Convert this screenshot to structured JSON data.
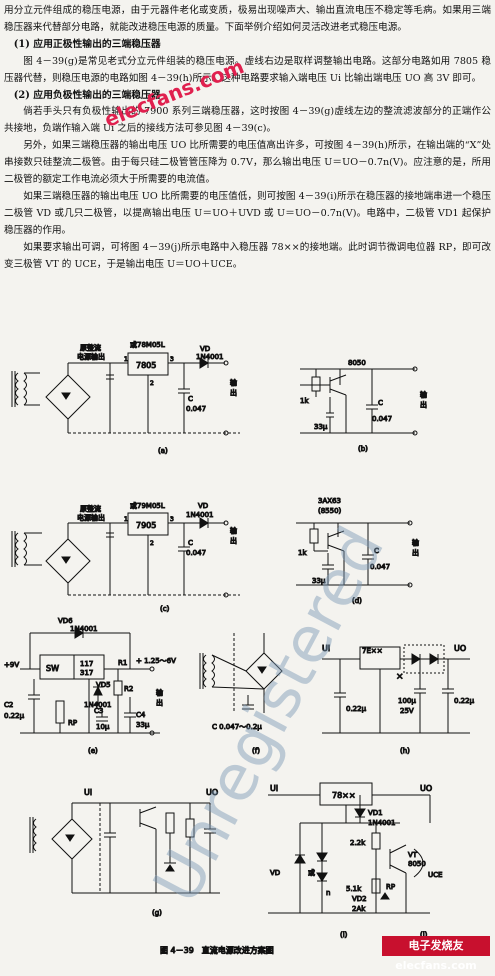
{
  "paragraphs": {
    "p0": "用分立元件组成的稳压电源，由于元器件老化或变质，极易出现噪声大、输出直流电压不稳定等毛病。如果用三端稳压器来代替部分电路，就能改进稳压电源的质量。下面举例介绍如何灵活改进老式稳压电源。",
    "h1": "(1) 应用正极性输出的三端稳压器",
    "p1": "图 4－39(g)是常见老式分立元件组装的稳压电源。虚线右边是取样调整输出电路。这部分电路如用 7805 稳压器代替，则稳压电源的电路如图 4－39(h)所示。这种电路要求输入端电压 Ui 比输出端电压 UO 高 3V 即可。",
    "h2": "(2) 应用负极性输出的三端稳压器",
    "p2": "倘若手头只有负极性输出的 7900 系列三端稳压器，这时按图 4－39(g)虚线左边的整流滤波部分的正端作公共接地，负端作输入端 Ui 之后的接线方法可参见图 4－39(c)。",
    "p3": "另外，如果三端稳压器的输出电压 UO 比所需要的电压值高出许多，可按图 4－39(h)所示，在输出端的“X”处串接数只硅整流二极管。由于每只硅二极管管压降为 0.7V，那么输出电压 U＝UO－0.7n(V)。应注意的是，所用二极管的额定工作电流必须大于所需要的电流值。",
    "p4": "如果三端稳压器的输出电压 UO 比所需要的电压值低，则可按图 4－39(i)所示在稳压器的接地端串进一个稳压二极管 VD 或几只二极管，以提高输出电压 U＝UO＋UVD 或 U＝UO－0.7n(V)。电路中，二极管 VD1 起保护稳压器的作用。",
    "p5": "如果要求输出可调，可将图 4－39(j)所示电路中入稳压器 78××的接地端。此时调节微调电位器 RP，即可改变三极管 VT 的 UCE，于是输出电压 U＝UO＋UCE。"
  },
  "watermark": "elecfans.com",
  "watermark_diag": "Unregistered",
  "figure": {
    "caption": "图 4－39　直流电源改进方案图",
    "panel_a": {
      "label": "(a)",
      "src_label1": "原整流",
      "src_label2": "电源输出",
      "ic_name": "或78M05L",
      "ic_text": "7805",
      "vd": "VD",
      "vd_part": "1N4001",
      "cap": "C",
      "cap_val": "0.047",
      "out1": "输",
      "out2": "出",
      "pin1": "1",
      "pin2": "2",
      "pin3": "3"
    },
    "panel_b": {
      "label": "(b)",
      "tr": "8050",
      "r": "1k",
      "c1": "33μ",
      "c2": "C",
      "c2v": "0.047",
      "out1": "输",
      "out2": "出"
    },
    "panel_c": {
      "label": "(c)",
      "src_label1": "原整流",
      "src_label2": "电源输出",
      "ic_name": "或79M05L",
      "ic_text": "7905",
      "vd": "VD",
      "vd_part": "1N4001",
      "cap": "C",
      "cap_val": "0.047",
      "out1": "输",
      "out2": "出",
      "pin1": "1",
      "pin2": "2",
      "pin3": "3"
    },
    "panel_d": {
      "label": "(d)",
      "tr1": "3AX63",
      "tr2": "(8550)",
      "r": "1k",
      "c1": "33μ",
      "c2": "C",
      "c2v": "0.047",
      "out1": "输",
      "out2": "出"
    },
    "panel_e": {
      "label": "(e)",
      "vin": "+9V",
      "vd6": "VD6",
      "vd6p": "1N4001",
      "sw": "SW",
      "ic1": "117",
      "ic2": "317",
      "r1": "R1",
      "vout": "+ 1.25～6V",
      "r2": "R2",
      "c2": "C2",
      "c2v": "0.22μ",
      "rp": "RP",
      "vd5": "VD5",
      "vd5p": "1N4001",
      "c3": "C3",
      "c3v": "10μ",
      "c4": "C4",
      "c4v": "33μ",
      "out1": "输",
      "out2": "出"
    },
    "panel_f": {
      "label": "(f)",
      "cval": "C 0.047～0.2μ"
    },
    "panel_h": {
      "label": "(h)",
      "ui": "Ui",
      "uo": "UO",
      "ic": "7E××",
      "x": "×",
      "c1": "100μ",
      "c1v": "25V",
      "c2": "0.22μ",
      "c3": "0.22μ"
    },
    "panel_g": {
      "label": "(g)",
      "ui": "Ui",
      "uo": "UO"
    },
    "panel_i": {
      "label": "(i)",
      "ui": "Ui",
      "uo": "UO",
      "ic": "78××",
      "vd1": "VD1",
      "vd1p": "1N4001",
      "vd": "VD",
      "or": "或",
      "vd_n": "n"
    },
    "panel_j": {
      "label": "(j)",
      "r1": "2.2k",
      "vt": "VT",
      "vtp": "8050",
      "uce": "UCE",
      "r2": "5.1k",
      "rp": "RP",
      "vd2": "VD2",
      "vd2p": "2Ak"
    }
  },
  "logo_text": "电子发烧友 elecfans.com"
}
